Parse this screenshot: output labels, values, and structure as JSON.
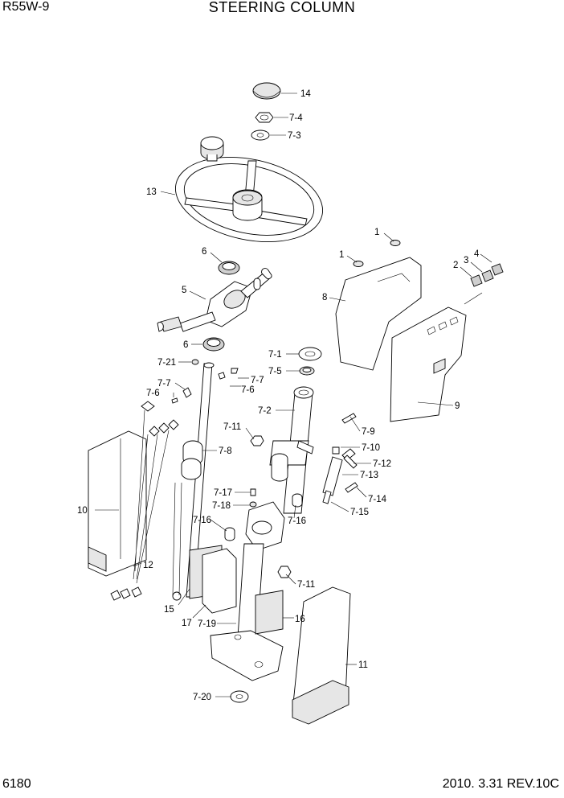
{
  "header": {
    "model": "R55W-9",
    "title": "STEERING COLUMN"
  },
  "footer": {
    "page_number": "6180",
    "revision": "2010. 3.31  REV.10C"
  },
  "callouts": [
    "14",
    "7-4",
    "7-3",
    "13",
    "1",
    "1",
    "4",
    "3",
    "2",
    "6",
    "5",
    "8",
    "6",
    "7-1",
    "7-5",
    "7-21",
    "7-7",
    "7-7",
    "7-6",
    "7-6",
    "9",
    "7-2",
    "7-9",
    "7-11",
    "7-10",
    "7-8",
    "7-12",
    "7-13",
    "7-14",
    "7-17",
    "7-18",
    "7-15",
    "10",
    "7-16",
    "7-16",
    "12",
    "7-11",
    "15",
    "17",
    "7-19",
    "16",
    "11",
    "7-20"
  ]
}
